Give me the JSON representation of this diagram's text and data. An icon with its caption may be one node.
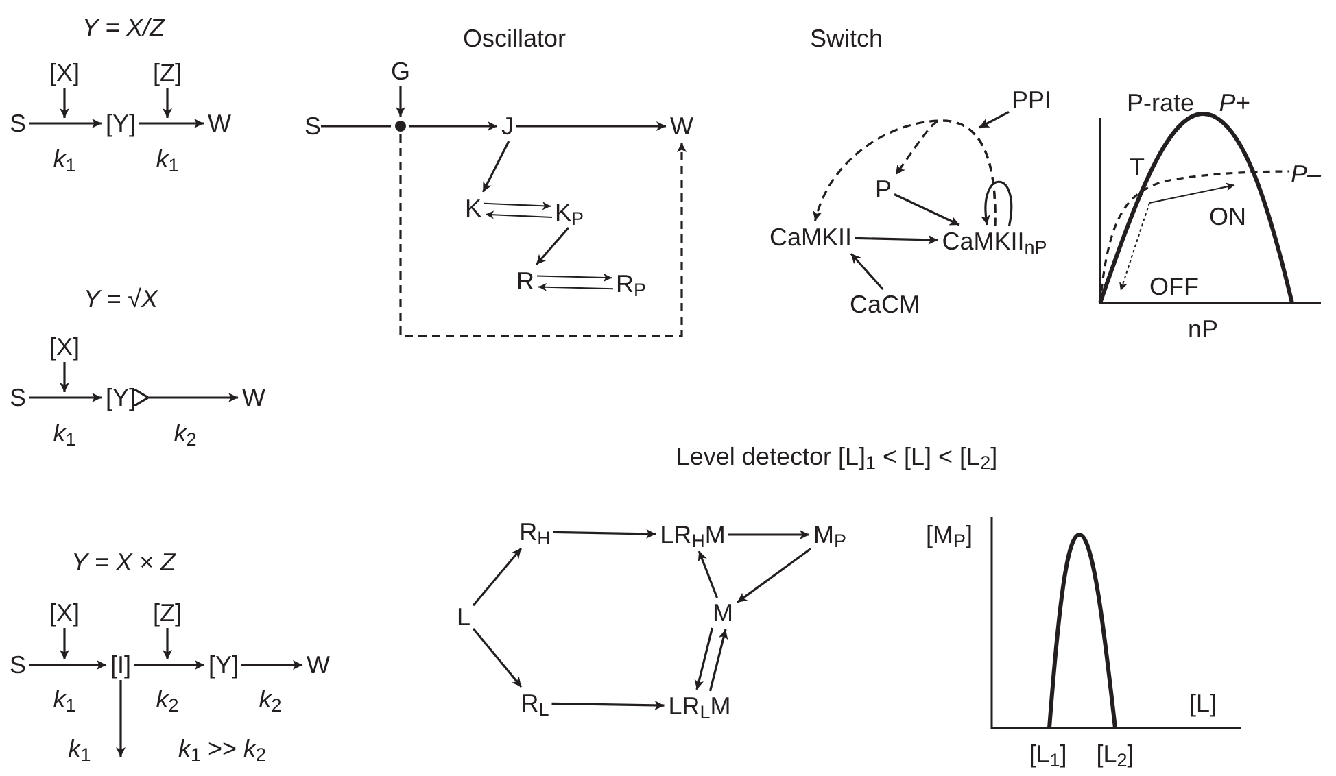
{
  "diagram": {
    "nodes": [
      {
        "text": [
          "S"
        ]
      },
      {
        "text": [
          "[X]"
        ]
      },
      {
        "text": [
          "[Y]"
        ]
      },
      {
        "text": [
          "[Z]"
        ]
      },
      {
        "text": [
          "W"
        ]
      },
      {
        "text": [
          "S"
        ]
      },
      {
        "text": [
          "[X]"
        ]
      },
      {
        "text": [
          "[Y]"
        ]
      },
      {
        "text": [
          "W"
        ]
      },
      {
        "text": [
          "S"
        ]
      },
      {
        "text": [
          "[X]"
        ]
      },
      {
        "text": [
          "[I]"
        ]
      },
      {
        "text": [
          "[Z]"
        ]
      },
      {
        "text": [
          "[Y]"
        ]
      },
      {
        "text": [
          "W"
        ]
      },
      {
        "text": [
          "G"
        ]
      },
      {
        "text": [
          "S"
        ]
      },
      {
        "text": [],
        "shape": "circle"
      },
      {
        "text": [
          "J"
        ]
      },
      {
        "text": [
          "W"
        ]
      },
      {
        "text": [
          "K"
        ]
      },
      {
        "text": [
          "K$_{P}$"
        ]
      },
      {
        "text": [
          "R"
        ]
      },
      {
        "text": [
          "R$_{P}$"
        ]
      },
      {
        "text": [
          "PPI"
        ]
      },
      {
        "text": [
          "P"
        ]
      },
      {
        "text": [
          "CaMKII"
        ]
      },
      {
        "text": [
          "CaMKII$_{nP}$"
        ]
      },
      {
        "text": [
          "CaCM"
        ]
      },
      {
        "text": [
          "L"
        ]
      },
      {
        "text": [
          "R$_{H}$"
        ]
      },
      {
        "text": [
          "LR$_{H}$M"
        ]
      },
      {
        "text": [
          "M$_{P}$"
        ]
      },
      {
        "text": [
          "M"
        ]
      },
      {
        "text": [
          "R$_{L}$"
        ]
      },
      {
        "text": [
          "LR$_{L}$M"
        ]
      }
    ],
    "edges": [
      {
        "from": 0,
        "to": 2,
        "arrow": "to"
      },
      {
        "from": 1,
        "to": null,
        "arrow": "to"
      },
      {
        "from": 2,
        "to": 4,
        "arrow": "to"
      },
      {
        "from": 3,
        "to": null,
        "arrow": "to"
      },
      {
        "from": 5,
        "to": 7,
        "arrow": "to"
      },
      {
        "from": 6,
        "to": null,
        "arrow": "to"
      },
      {
        "from": 7,
        "to": 8,
        "arrow": "to"
      },
      {
        "from": 9,
        "to": 11,
        "arrow": "to"
      },
      {
        "from": 10,
        "to": null,
        "arrow": "to"
      },
      {
        "from": 11,
        "to": 13,
        "arrow": "to"
      },
      {
        "from": 12,
        "to": null,
        "arrow": "to"
      },
      {
        "from": 13,
        "to": 14,
        "arrow": "to"
      },
      {
        "from": 11,
        "to": null,
        "arrow": "to"
      },
      {
        "from": 16,
        "to": 17,
        "arrow": "none"
      },
      {
        "from": 17,
        "to": 18,
        "arrow": "to"
      },
      {
        "from": 15,
        "to": 17,
        "arrow": "to"
      },
      {
        "from": 18,
        "to": 19,
        "arrow": "to"
      },
      {
        "from": 18,
        "to": 20,
        "arrow": "to"
      },
      {
        "from": 20,
        "to": 21,
        "arrow": "to"
      },
      {
        "from": 21,
        "to": 20,
        "arrow": "to"
      },
      {
        "from": 21,
        "to": 22,
        "arrow": "to"
      },
      {
        "from": 22,
        "to": 23,
        "arrow": "to"
      },
      {
        "from": 23,
        "to": 22,
        "arrow": "to"
      },
      {
        "from": 17,
        "to": 19,
        "arrow": "to",
        "style": "dashed"
      },
      {
        "from": 24,
        "to": null,
        "arrow": "to"
      },
      {
        "from": 27,
        "to": 26,
        "arrow": "to",
        "style": "dashed"
      },
      {
        "from": 27,
        "to": 25,
        "arrow": "to",
        "style": "dashed"
      },
      {
        "from": 25,
        "to": 27,
        "arrow": "to"
      },
      {
        "from": 26,
        "to": 27,
        "arrow": "to"
      },
      {
        "from": 28,
        "to": 26,
        "arrow": "to"
      },
      {
        "from": 27,
        "to": 27,
        "arrow": "to"
      },
      {
        "from": 29,
        "to": 30,
        "arrow": "to"
      },
      {
        "from": 29,
        "to": 34,
        "arrow": "to"
      },
      {
        "from": 30,
        "to": 31,
        "arrow": "to"
      },
      {
        "from": 31,
        "to": 32,
        "arrow": "to"
      },
      {
        "from": 32,
        "to": 33,
        "arrow": "to"
      },
      {
        "from": 33,
        "to": 31,
        "arrow": "to"
      },
      {
        "from": 33,
        "to": 35,
        "arrow": "to"
      },
      {
        "from": 35,
        "to": 33,
        "arrow": "to"
      },
      {
        "from": 34,
        "to": 35,
        "arrow": "to"
      }
    ],
    "labels": [
      "Y = X/Z",
      "*k*$_{1}$",
      "*k*$_{1}$",
      "Y = √X",
      "*k*$_{1}$",
      "*k*$_{2}$",
      "Y = X × Z",
      "*k*$_{1}$",
      "*k*$_{2}$",
      "*k*$_{2}$",
      "*k*$_{1}$",
      "*k*$_{1}$ >> *k*$_{2}$",
      "Oscillator",
      "Switch",
      "P-rate",
      "P+",
      "T",
      "P–",
      "ON",
      "OFF",
      "nP",
      "Level detector [L]$_{1}$ < [L] < [L$_{2}$]",
      "[M$_{P}$]",
      "[L]",
      "[L$_{1}$]",
      "[L$_{2}$]"
    ]
  }
}
